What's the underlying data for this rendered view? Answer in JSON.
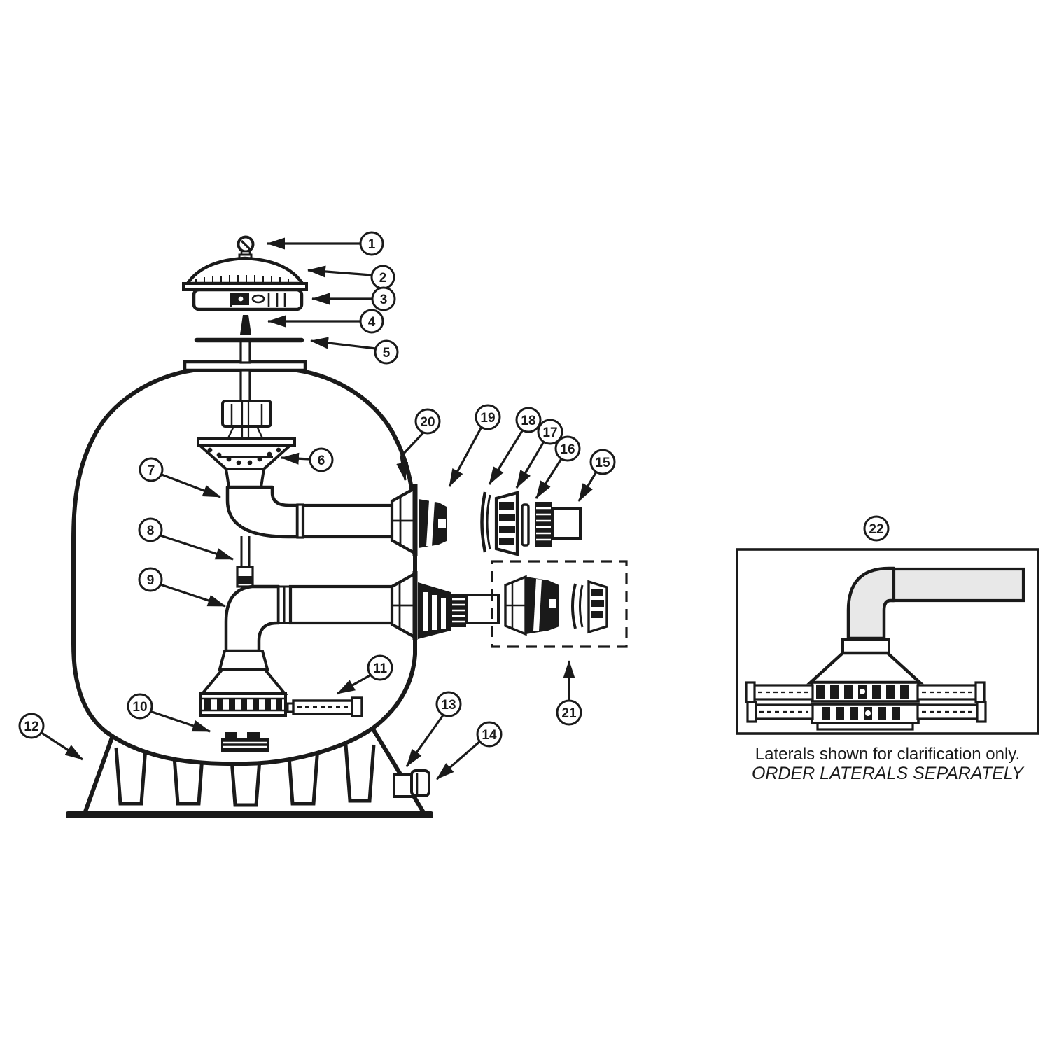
{
  "diagram": {
    "type": "exploded-parts-diagram",
    "subject": "sand-filter-parts-diagram",
    "background_color": "#ffffff",
    "ink_color": "#1a1a1a",
    "pipe_shade_color": "#e8e8e8",
    "callouts": [
      {
        "label": "1"
      },
      {
        "label": "2"
      },
      {
        "label": "3"
      },
      {
        "label": "4"
      },
      {
        "label": "5"
      },
      {
        "label": "6"
      },
      {
        "label": "7"
      },
      {
        "label": "8"
      },
      {
        "label": "9"
      },
      {
        "label": "10"
      },
      {
        "label": "11"
      },
      {
        "label": "12"
      },
      {
        "label": "13"
      },
      {
        "label": "14"
      },
      {
        "label": "15"
      },
      {
        "label": "16"
      },
      {
        "label": "17"
      },
      {
        "label": "18"
      },
      {
        "label": "19"
      },
      {
        "label": "20"
      },
      {
        "label": "21"
      },
      {
        "label": "22"
      }
    ],
    "inset": {
      "note_line1": "Laterals shown for clarification only.",
      "note_line2": "ORDER LATERALS SEPARATELY"
    }
  }
}
